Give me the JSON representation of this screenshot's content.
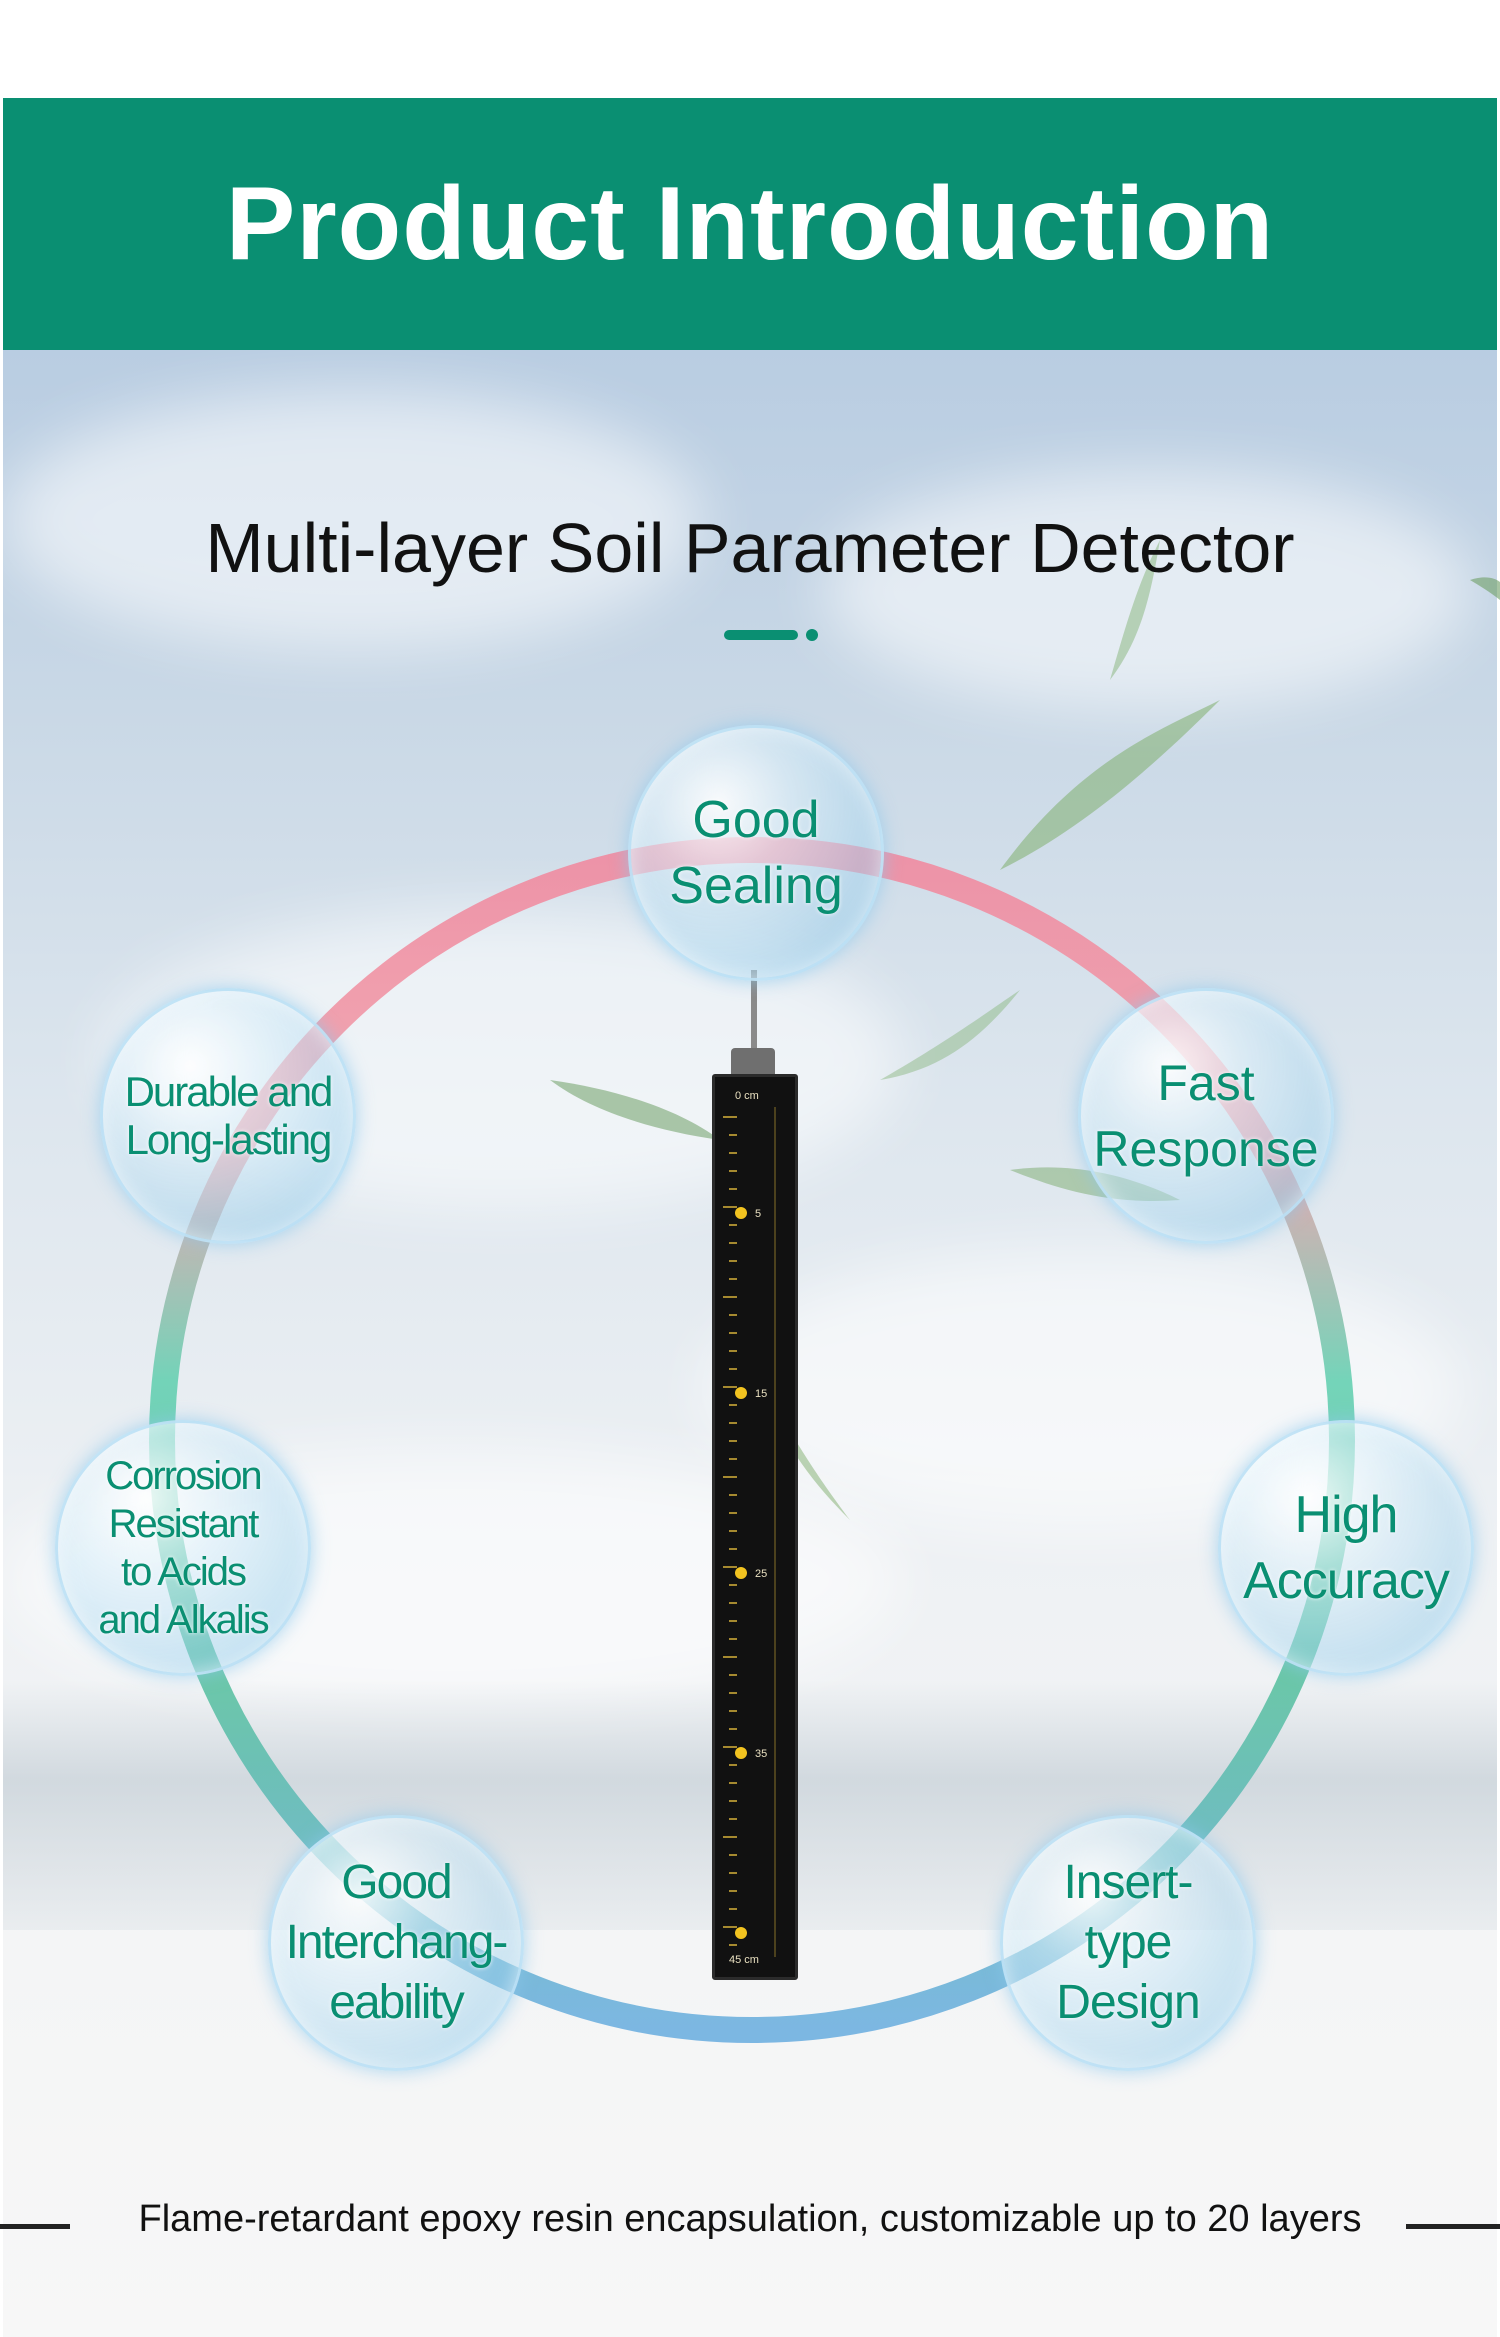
{
  "header": {
    "title": "Product Introduction",
    "background_color": "#0a8f72"
  },
  "main": {
    "subtitle": "Multi-layer Soil Parameter Detector",
    "accent_color": "#0a8f72"
  },
  "features": [
    {
      "label": "Good\nSealing"
    },
    {
      "label": "Durable and\nLong-lasting"
    },
    {
      "label": "Fast\nResponse"
    },
    {
      "label": "Corrosion\nResistant\nto Acids\nand Alkalis"
    },
    {
      "label": "High\nAccuracy"
    },
    {
      "label": "Good\nInterchang-\neability"
    },
    {
      "label": "Insert-\ntype\nDesign"
    }
  ],
  "probe": {
    "top_label": "0 cm",
    "bottom_label": "45 cm",
    "depth_marks": [
      "5",
      "15",
      "25",
      "35"
    ],
    "scale_color": "#d8b23a"
  },
  "footer": {
    "caption": "Flame-retardant epoxy resin encapsulation, customizable up to 20 layers"
  }
}
